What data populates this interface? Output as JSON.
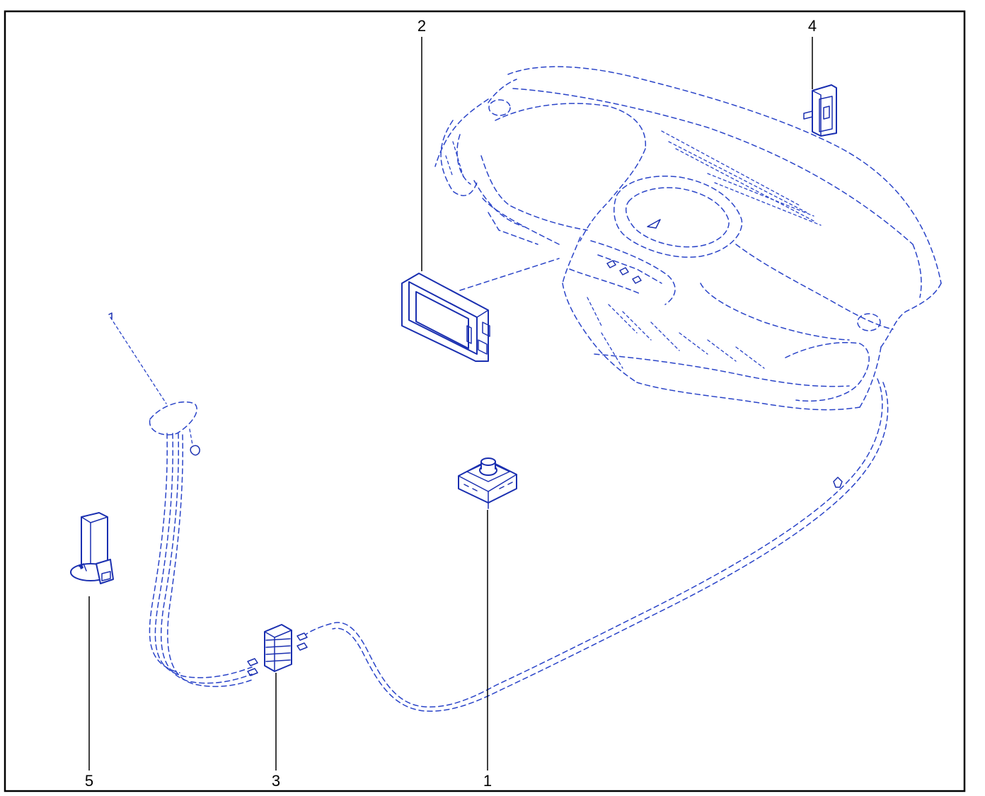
{
  "diagram": {
    "callouts": [
      {
        "id": "1",
        "label": "1",
        "part": "control-knob-unit"
      },
      {
        "id": "2",
        "label": "2",
        "part": "display-screen"
      },
      {
        "id": "3",
        "label": "3",
        "part": "connector-block"
      },
      {
        "id": "4",
        "label": "4",
        "part": "switch-module"
      },
      {
        "id": "5",
        "label": "5",
        "part": "speaker-bracket"
      }
    ],
    "colors": {
      "line_art": "#1a2fb0",
      "dashed_art": "#2a44c8",
      "callout_text": "#000000",
      "background": "#ffffff"
    }
  }
}
